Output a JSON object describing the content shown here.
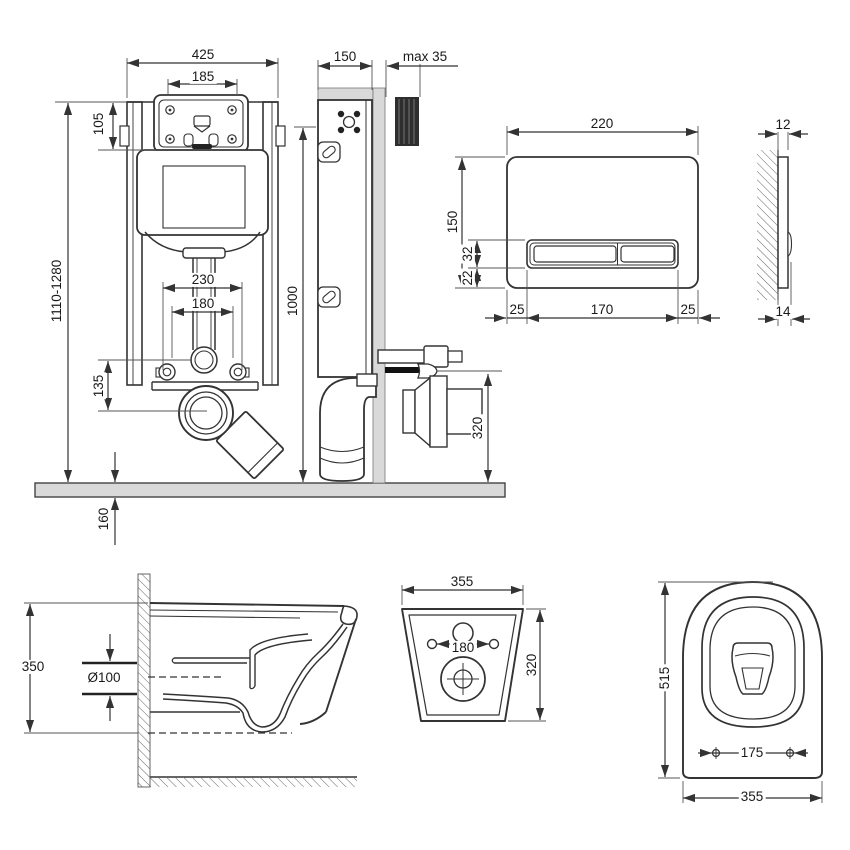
{
  "drawing": {
    "background": "#ffffff",
    "line_color": "#333333",
    "light_fill": "#d9d9d9",
    "dark_fill": "#2e2e2e",
    "views": {
      "cistern_frame_front": {
        "dims": {
          "overall_width": "425",
          "service_opening_width": "185",
          "service_opening_height": "105",
          "frame_height_range": "1110-1280",
          "fixing_width_outer": "230",
          "fixing_width_inner": "180",
          "outlet_drop": "135",
          "floor_recess": "160"
        }
      },
      "cistern_frame_side": {
        "dims": {
          "frame_depth": "150",
          "wall_lining_max": "max 35",
          "flush_height": "1000",
          "waste_outlet_height": "320"
        }
      },
      "flush_plate_front": {
        "dims": {
          "plate_width": "220",
          "plate_height": "150",
          "button_height": "32",
          "button_bottom_offset": "22",
          "button_margin_left": "25",
          "button_width": "170",
          "button_margin_right": "25"
        }
      },
      "flush_plate_side": {
        "dims": {
          "thickness_plate": "12",
          "thickness_with_button": "14"
        }
      },
      "bowl_side_section": {
        "dims": {
          "bowl_height": "350",
          "outlet_pipe_diameter": "Ø100"
        }
      },
      "bowl_rear": {
        "dims": {
          "width": "355",
          "fixing_hole_spacing": "180",
          "height": "320"
        }
      },
      "bowl_top": {
        "dims": {
          "depth": "515",
          "seat_fixing_spacing": "175",
          "width": "355"
        }
      }
    }
  }
}
